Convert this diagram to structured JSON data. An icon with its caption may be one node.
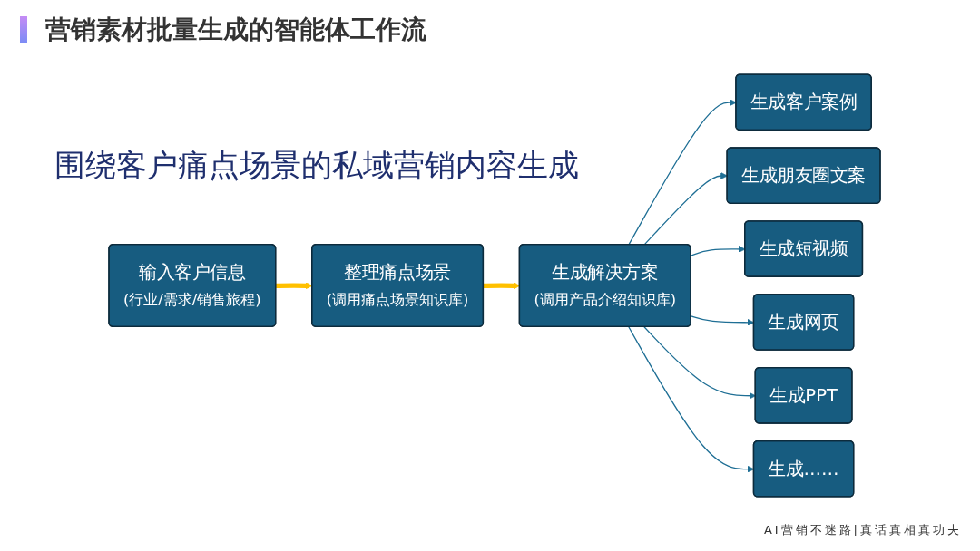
{
  "diagram": {
    "title": "营销素材批量生成的智能体工作流",
    "nodes": [
      {
        "text": [
          "输入客户信息",
          "(行业/需求/销售旅程)"
        ]
      },
      {
        "text": [
          "整理痛点场景",
          "(调用痛点场景知识库)"
        ]
      },
      {
        "text": [
          "生成解决方案",
          "(调用产品介绍知识库)"
        ]
      },
      {
        "text": [
          "生成客户案例"
        ]
      },
      {
        "text": [
          "生成朋友圈文案"
        ]
      },
      {
        "text": [
          "生成短视频"
        ]
      },
      {
        "text": [
          "生成网页"
        ]
      },
      {
        "text": [
          "生成PPT"
        ]
      },
      {
        "text": [
          "生成……"
        ]
      }
    ],
    "edges": [
      {
        "from": 0,
        "to": 1,
        "arrow": "to",
        "style": "thick",
        "color": "#ffc000"
      },
      {
        "from": 1,
        "to": 2,
        "arrow": "to",
        "style": "thick",
        "color": "#ffc000"
      },
      {
        "from": 2,
        "to": 3,
        "arrow": "to"
      },
      {
        "from": 2,
        "to": 4,
        "arrow": "to"
      },
      {
        "from": 2,
        "to": 5,
        "arrow": "to"
      },
      {
        "from": 2,
        "to": 6,
        "arrow": "to"
      },
      {
        "from": 2,
        "to": 7,
        "arrow": "to"
      },
      {
        "from": 2,
        "to": 8,
        "arrow": "to"
      }
    ],
    "labels": [
      "围绕客户痛点场景的私域营销内容生成",
      "AI营销不迷路|真话真相真功夫"
    ]
  }
}
